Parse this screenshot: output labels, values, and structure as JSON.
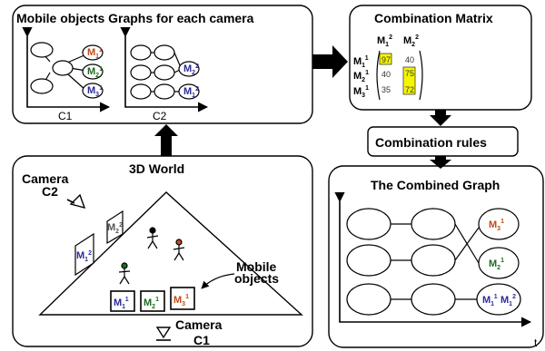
{
  "colors": {
    "m1": "#2b2b9a",
    "m2": "#1f6b1f",
    "m3": "#c04a18",
    "highlight": "#f5f500"
  },
  "graphs_panel": {
    "title": "Mobile objects Graphs for each camera",
    "axis1_label": "C1",
    "axis2_label": "C2",
    "cam1_nodes": [
      {
        "base": "M",
        "sub": "1",
        "sup": "1"
      },
      {
        "base": "M",
        "sub": "2",
        "sup": "1"
      },
      {
        "base": "M",
        "sub": "3",
        "sup": "1"
      }
    ],
    "cam2_nodes": [
      {
        "base": "M",
        "sub": "2",
        "sup": "2"
      },
      {
        "base": "M",
        "sub": "1",
        "sup": "2"
      }
    ]
  },
  "matrix_panel": {
    "title": "Combination Matrix",
    "col_headers": [
      {
        "base": "M",
        "sub": "1",
        "sup": "2"
      },
      {
        "base": "M",
        "sub": "2",
        "sup": "2"
      }
    ],
    "row_headers": [
      {
        "base": "M",
        "sub": "1",
        "sup": "1"
      },
      {
        "base": "M",
        "sub": "2",
        "sup": "1"
      },
      {
        "base": "M",
        "sub": "3",
        "sup": "1"
      }
    ],
    "cells": [
      [
        "97",
        "40"
      ],
      [
        "40",
        "75"
      ],
      [
        "35",
        "72"
      ]
    ]
  },
  "rules_box": {
    "label": "Combination rules"
  },
  "world_panel": {
    "title": "3D World",
    "camera2_line1": "Camera",
    "camera2_line2": "C2",
    "camera1_line1": "Camera",
    "camera1_line2": "C1",
    "mobile_line1": "Mobile",
    "mobile_line2": "objects",
    "ground_boxes": [
      {
        "base": "M",
        "sub": "1",
        "sup": "1"
      },
      {
        "base": "M",
        "sub": "2",
        "sup": "1"
      },
      {
        "base": "M",
        "sub": "3",
        "sup": "1"
      }
    ],
    "tilted_boxes": [
      {
        "base": "M",
        "sub": "2",
        "sup": "2"
      },
      {
        "base": "M",
        "sub": "1",
        "sup": "2"
      }
    ]
  },
  "combined_panel": {
    "title": "The Combined Graph",
    "time_label": "t",
    "end_nodes": [
      {
        "base": "M",
        "sub": "3",
        "sup": "1"
      },
      {
        "base": "M",
        "sub": "2",
        "sup": "1"
      },
      {
        "base": "M",
        "sub": "1",
        "sup": "1"
      },
      {
        "base": "M",
        "sub": "1",
        "sup": "2"
      }
    ]
  }
}
